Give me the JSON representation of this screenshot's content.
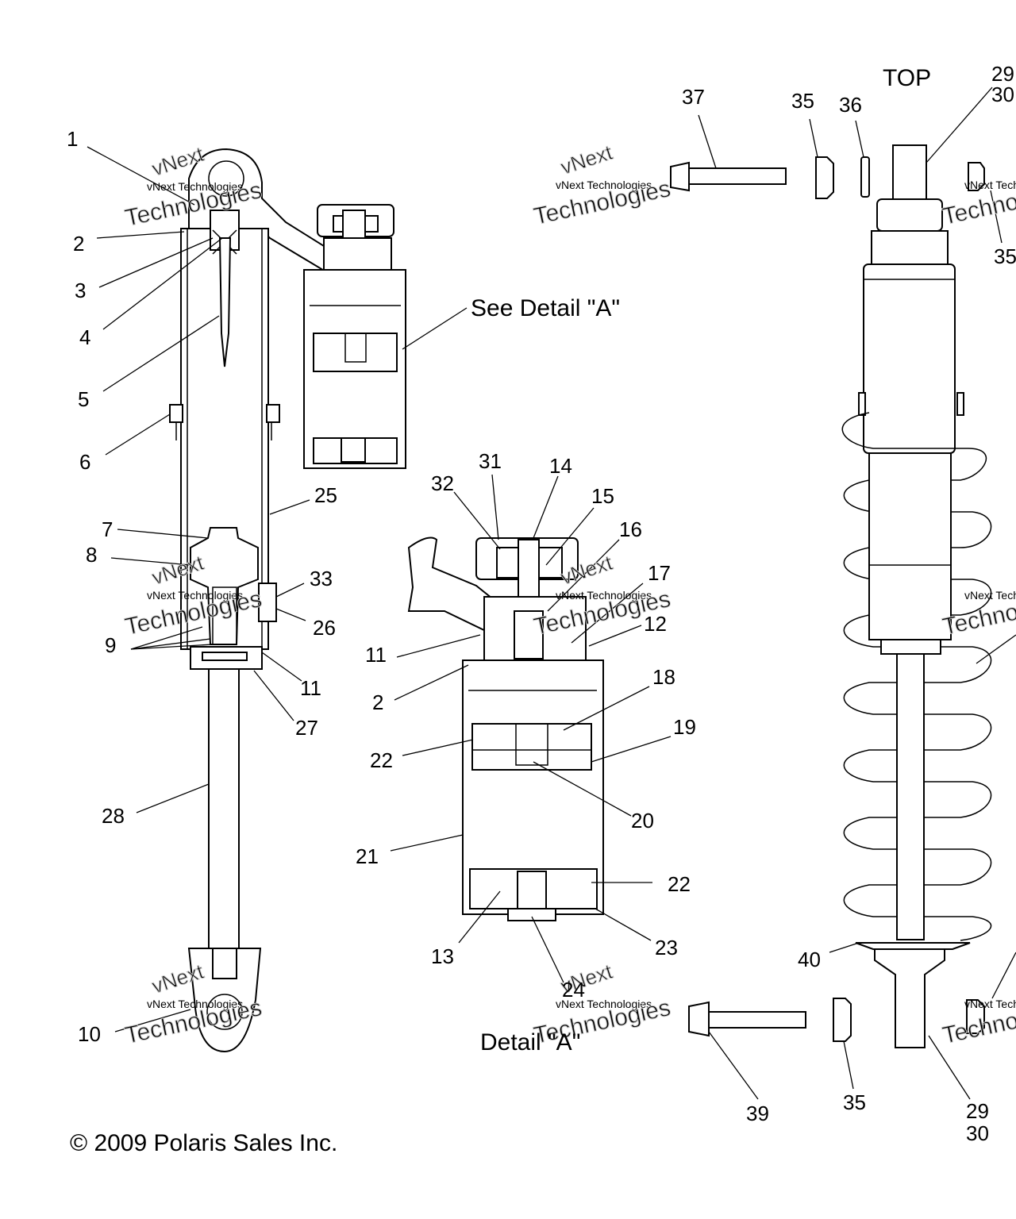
{
  "labels": {
    "top": "TOP",
    "see_detail": "See Detail \"A\"",
    "detail": "Detail \"A\"",
    "copyright": "© 2009 Polaris Sales Inc.",
    "watermark_line1": "vNext Technologies",
    "watermark_line2": "vNext",
    "watermark_line3": "Technologies"
  },
  "callouts": {
    "c1": "1",
    "c2": "2",
    "c3": "3",
    "c4": "4",
    "c5": "5",
    "c6": "6",
    "c7": "7",
    "c8": "8",
    "c9": "9",
    "c10": "10",
    "c25": "25",
    "c33": "33",
    "c26": "26",
    "c11": "11",
    "c27": "27",
    "c28": "28",
    "d31": "31",
    "d32": "32",
    "d14": "14",
    "d15": "15",
    "d16": "16",
    "d17": "17",
    "d12": "12",
    "d11": "11",
    "d2": "2",
    "d18": "18",
    "d19": "19",
    "d22a": "22",
    "d20": "20",
    "d21": "21",
    "d22b": "22",
    "d13": "13",
    "d23": "23",
    "d24": "24",
    "r37": "37",
    "r35a": "35",
    "r36": "36",
    "r29a": "29",
    "r30a": "30",
    "r35b": "35",
    "r40": "40",
    "r39": "39",
    "r35c": "35",
    "r29b": "29",
    "r30b": "30"
  }
}
